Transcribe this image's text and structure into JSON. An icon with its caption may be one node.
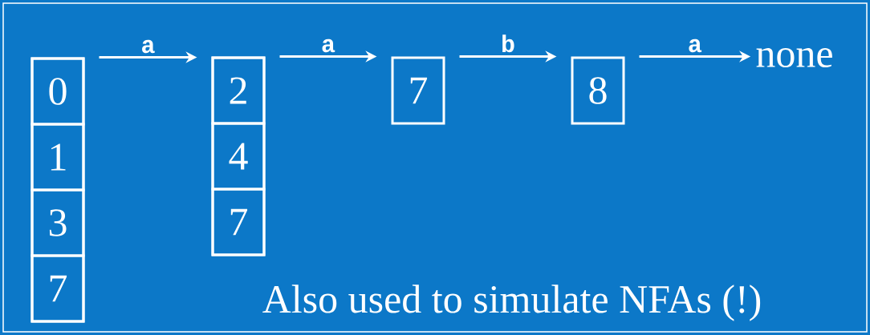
{
  "diagram": {
    "nodes": [
      {
        "text": [],
        "shape": "box"
      },
      {
        "text": [
          "0"
        ],
        "in": 0
      },
      {
        "text": [
          "1"
        ],
        "in": 0
      },
      {
        "text": [
          "3"
        ],
        "in": 0
      },
      {
        "text": [
          "7"
        ],
        "in": 0
      },
      {
        "text": [],
        "shape": "box"
      },
      {
        "text": [
          "2"
        ],
        "in": 5
      },
      {
        "text": [
          "4"
        ],
        "in": 5
      },
      {
        "text": [
          "7"
        ],
        "in": 5
      },
      {
        "text": [
          "7"
        ]
      },
      {
        "text": [
          "8"
        ]
      },
      {
        "text": [
          "none"
        ]
      }
    ],
    "edges": [
      {
        "from": 0,
        "to": 5,
        "label": "a",
        "arrow": "to"
      },
      {
        "from": 5,
        "to": 9,
        "label": "a",
        "arrow": "to"
      },
      {
        "from": 9,
        "to": 10,
        "label": "b",
        "arrow": "to"
      },
      {
        "from": 10,
        "to": 11,
        "label": "a",
        "arrow": "to"
      }
    ],
    "labels": [
      "Also used to simulate NFAs (!)"
    ]
  }
}
